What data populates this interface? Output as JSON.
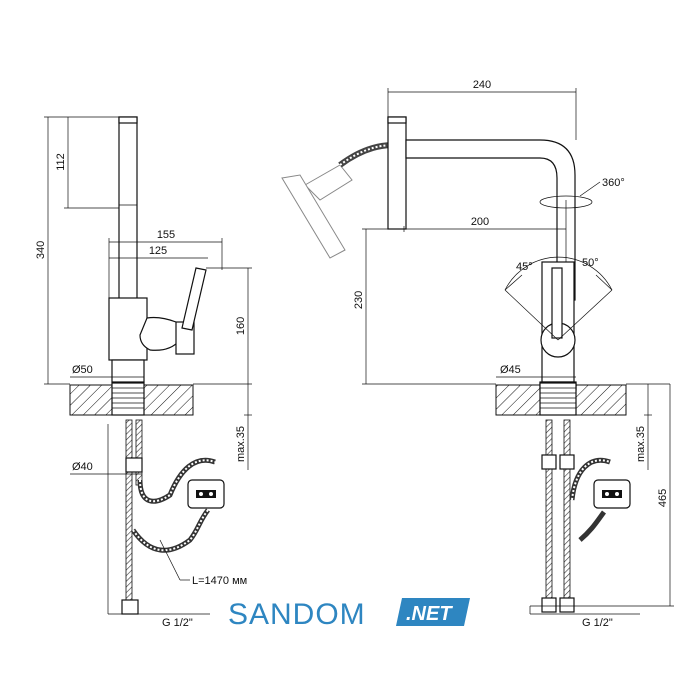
{
  "left_view": {
    "dim_112": "112",
    "dim_340": "340",
    "dim_155": "155",
    "dim_125": "125",
    "dim_160": "160",
    "dim_d50": "Ø50",
    "dim_d40": "Ø40",
    "dim_max35": "max.35",
    "hose_length": "L=1470 мм",
    "thread": "G 1/2\""
  },
  "right_view": {
    "dim_240": "240",
    "dim_360deg": "360°",
    "dim_200": "200",
    "dim_230": "230",
    "angle_45": "45°",
    "angle_50": "50°",
    "dim_d45": "Ø45",
    "dim_max35": "max.35",
    "dim_465": "465",
    "thread": "G 1/2\""
  },
  "logo": {
    "brand": "SANDOM",
    "tag": ".NET",
    "brand_color": "#2e86c1",
    "tag_color": "#2e86c1"
  }
}
